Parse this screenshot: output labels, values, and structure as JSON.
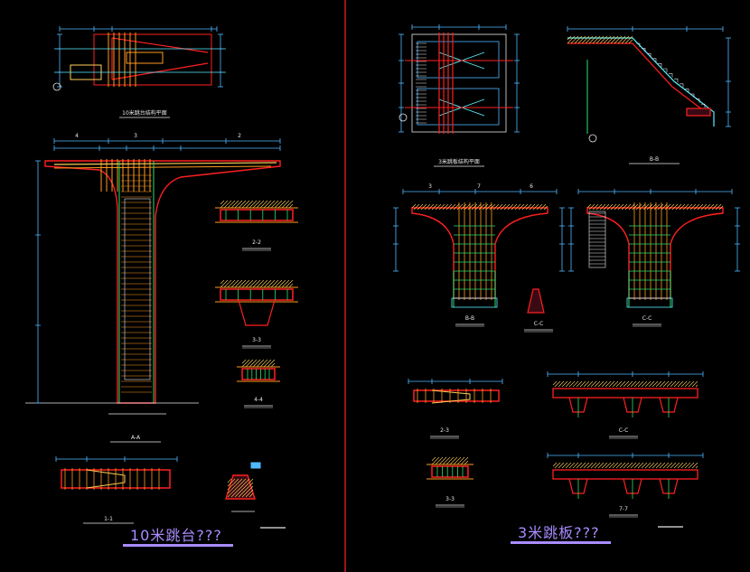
{
  "colors": {
    "background": "#000000",
    "primary": "#ff2020",
    "rebar": "#ff9a1e",
    "hatch": "#ffd25a",
    "dim": "#4fb8ff",
    "ext": "#27e06a",
    "ref": "#58f0ff",
    "text": "#e8e8e8",
    "sep": "#d01c1c",
    "title": "#a98cff"
  },
  "left_sheet": {
    "plan_caption": "10米跳台结构平面",
    "elev_caption": "A-A",
    "sections": [
      "2-2",
      "3-3",
      "4-4",
      "1-1"
    ],
    "bottom_title": "10米跳台???"
  },
  "right_sheet": {
    "plan_caption": "3米跳板结构平面",
    "stair_caption": "B-B",
    "section_bb": "B-B",
    "section_cc": "C-C",
    "sections": [
      "2-3",
      "C-C",
      "3-3",
      "7-7"
    ],
    "bottom_title": "3米跳板???"
  },
  "dims": {
    "elev_top": [
      "4",
      "3",
      "2"
    ],
    "plan_right": [
      "3",
      "7",
      "6"
    ]
  }
}
